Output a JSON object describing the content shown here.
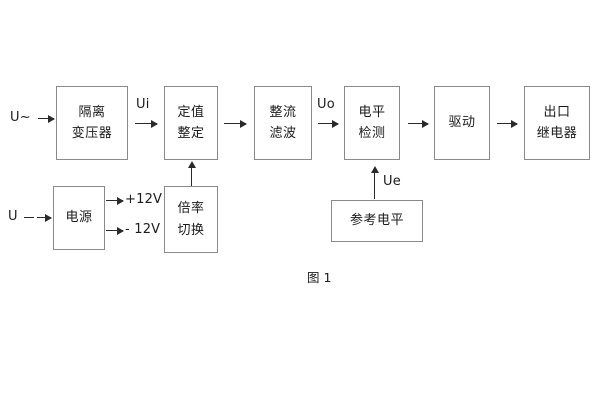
{
  "figure": {
    "caption": "图 1",
    "line_color": "#8a8a8a",
    "arrow_color": "#2a2a2a",
    "text_color": "#1b1b1b",
    "background": "#ffffff"
  },
  "blocks": [
    {
      "id": "isolation-transformer",
      "line1": "隔离",
      "line2": "变压器"
    },
    {
      "id": "setting-value",
      "line1": "定值",
      "line2": "整定"
    },
    {
      "id": "rectifier-filter",
      "line1": "整流",
      "line2": "滤波"
    },
    {
      "id": "level-detection",
      "line1": "电平",
      "line2": "检测"
    },
    {
      "id": "driver",
      "line1": "驱动",
      "line2": ""
    },
    {
      "id": "output-relay",
      "line1": "出口",
      "line2": "继电器"
    },
    {
      "id": "power-supply",
      "line1": "电源",
      "line2": ""
    },
    {
      "id": "multiplier-switch",
      "line1": "倍率",
      "line2": "切换"
    },
    {
      "id": "reference-level",
      "line1": "参考电平",
      "line2": ""
    }
  ],
  "signals": {
    "ac_input": "U~",
    "dc_input": "U",
    "ui": "Ui",
    "uo": "Uo",
    "ue": "Ue",
    "rail_positive": "+12V",
    "rail_negative": "- 12V"
  }
}
